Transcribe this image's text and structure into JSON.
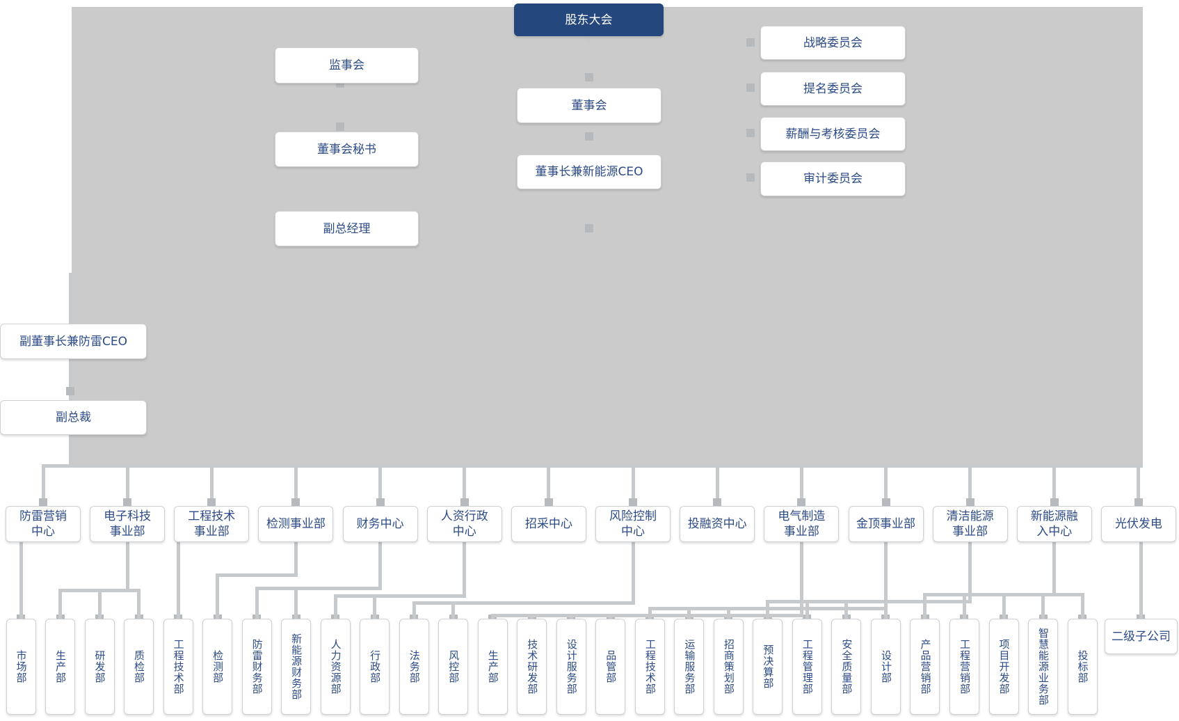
{
  "palette": {
    "navy": "#24477e",
    "node_text": "#2b4a86",
    "top_node_text": "#ffffff",
    "node_bg": "#ffffff",
    "node_border": "#ccd1d6",
    "line": "#c7cacc",
    "connector_square": "#b7babd",
    "canvas_gray": "#cbcbcb"
  },
  "governance": {
    "shareholders": "股东大会",
    "supervisory_board": "监事会",
    "board": "董事会",
    "board_secretary": "董事会秘书",
    "chairman_new_energy_ceo": "董事长兼新能源CEO",
    "deputy_general_manager": "副总经理",
    "committees": [
      "战略委员会",
      "提名委员会",
      "薪酬与考核委员会",
      "审计委员会"
    ],
    "vice_chairman_lightning_ceo": "副董事长兼防雷CEO",
    "vice_president": "副总裁"
  },
  "mid_row": [
    "防雷营销\n中心",
    "电子科技\n事业部",
    "工程技术\n事业部",
    "检测事业部",
    "财务中心",
    "人资行政\n中心",
    "招采中心",
    "风险控制\n中心",
    "投融资中心",
    "电气制造\n事业部",
    "金顶事业部",
    "清洁能源\n事业部",
    "新能源融\n入中心",
    "光伏发电"
  ],
  "bottom_row": [
    "市场部",
    "生产部",
    "研发部",
    "质检部",
    "工程技术部",
    "检测部",
    "防雷财务部",
    "新能源财务部",
    "人力资源部",
    "行政部",
    "法务部",
    "风控部",
    "生产部",
    "技术研发部",
    "设计服务部",
    "品管部",
    "工程技术部",
    "运输服务部",
    "招商策划部",
    "预决算部",
    "工程管理部",
    "安全质量部",
    "设计部",
    "产品营销部",
    "工程营销部",
    "项目开发部",
    "智慧能源业务部",
    "投标部"
  ],
  "subsidiary": "二级子公司",
  "connections": [
    {
      "parent": 0,
      "children": [
        0
      ]
    },
    {
      "parent": 1,
      "children": [
        1,
        2,
        3
      ]
    },
    {
      "parent": 2,
      "children": [
        4
      ]
    },
    {
      "parent": 3,
      "children": [
        5
      ]
    },
    {
      "parent": 4,
      "children": [
        6,
        7
      ]
    },
    {
      "parent": 5,
      "children": [
        8,
        9
      ]
    },
    {
      "parent": 7,
      "children": [
        10,
        11
      ]
    },
    {
      "parent": 9,
      "children": [
        12,
        13,
        14,
        15
      ]
    },
    {
      "parent": 10,
      "children": [
        16,
        17,
        18
      ]
    },
    {
      "parent": 11,
      "children": [
        19,
        20,
        21,
        22
      ]
    },
    {
      "parent": 12,
      "children": [
        23,
        24,
        25,
        26,
        27
      ]
    },
    {
      "parent": 13,
      "children": [
        28
      ]
    }
  ]
}
